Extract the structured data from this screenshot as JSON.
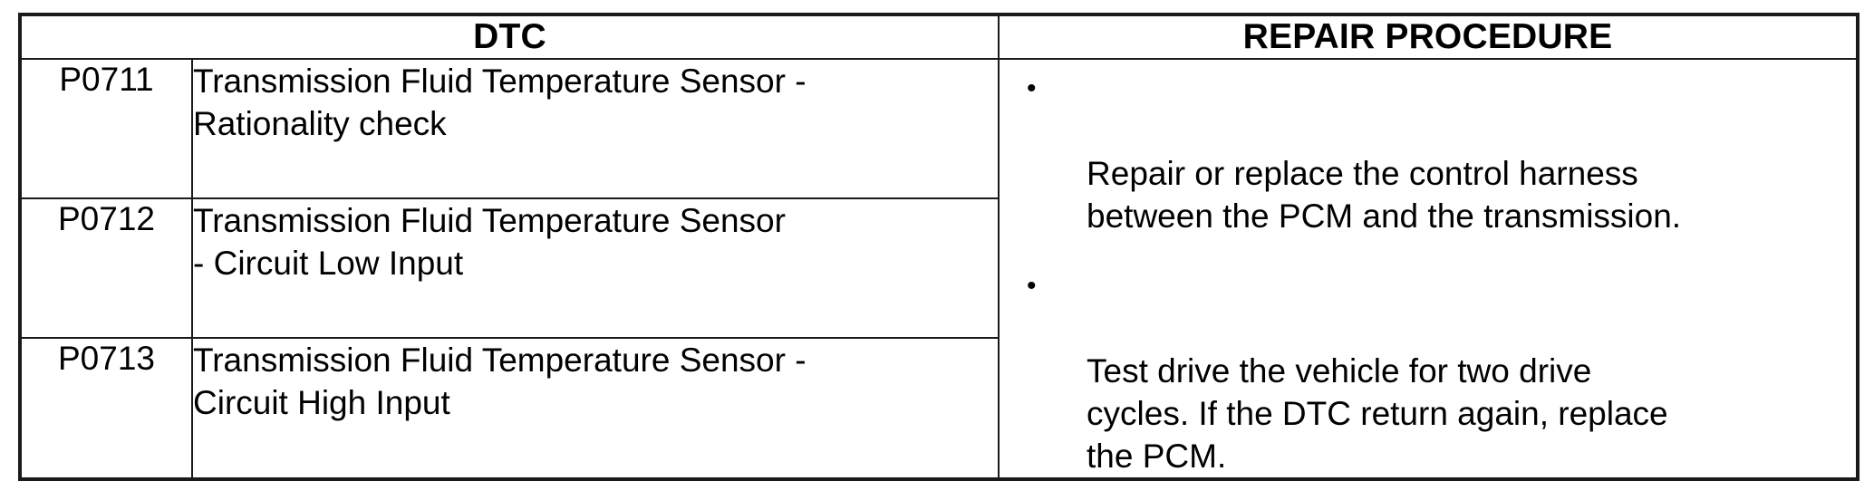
{
  "table": {
    "headers": {
      "dtc": "DTC",
      "repair_procedure": "REPAIR PROCEDURE"
    },
    "rows": [
      {
        "code": "P0711",
        "description": "Transmission Fluid Temperature Sensor -\nRationality check"
      },
      {
        "code": "P0712",
        "description": "Transmission Fluid Temperature Sensor\n- Circuit Low Input"
      },
      {
        "code": "P0713",
        "description": "Transmission Fluid Temperature Sensor -\nCircuit High Input"
      }
    ],
    "repair_procedure": {
      "bullet_glyph": "•",
      "items": [
        "Repair or replace the control harness\nbetween the PCM and the transmission.",
        "Test drive the vehicle for two drive\ncycles. If the DTC return again, replace\nthe PCM."
      ]
    }
  },
  "colors": {
    "border": "#1a1a1a",
    "text": "#000000",
    "background": "#ffffff"
  }
}
